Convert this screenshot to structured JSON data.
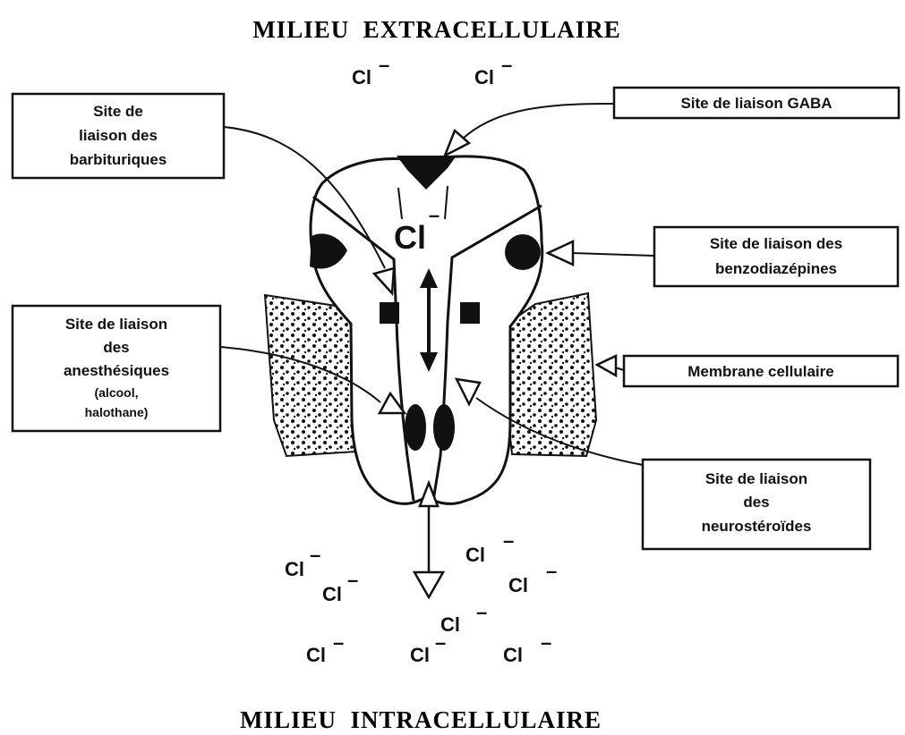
{
  "header": {
    "extracellular": "MILIEU  EXTRACELLULAIRE"
  },
  "footer": {
    "intracellular": "MILIEU  INTRACELLULAIRE"
  },
  "ion": {
    "symbol": "Cl",
    "charge": "–"
  },
  "labels": {
    "gaba": [
      "Site de liaison GABA"
    ],
    "barbiturates": [
      "Site de",
      "liaison des",
      "barbituriques"
    ],
    "benzodiazepines": [
      "Site de liaison des",
      "benzodiazépines"
    ],
    "anesthetics": [
      "Site de liaison",
      "des",
      "anesthésiques"
    ],
    "anesthetics_examples": [
      "(alcool,",
      "halothane)"
    ],
    "membrane": [
      "Membrane cellulaire"
    ],
    "neurosteroids": [
      "Site de liaison",
      "des",
      "neurostéroïdes"
    ]
  }
}
